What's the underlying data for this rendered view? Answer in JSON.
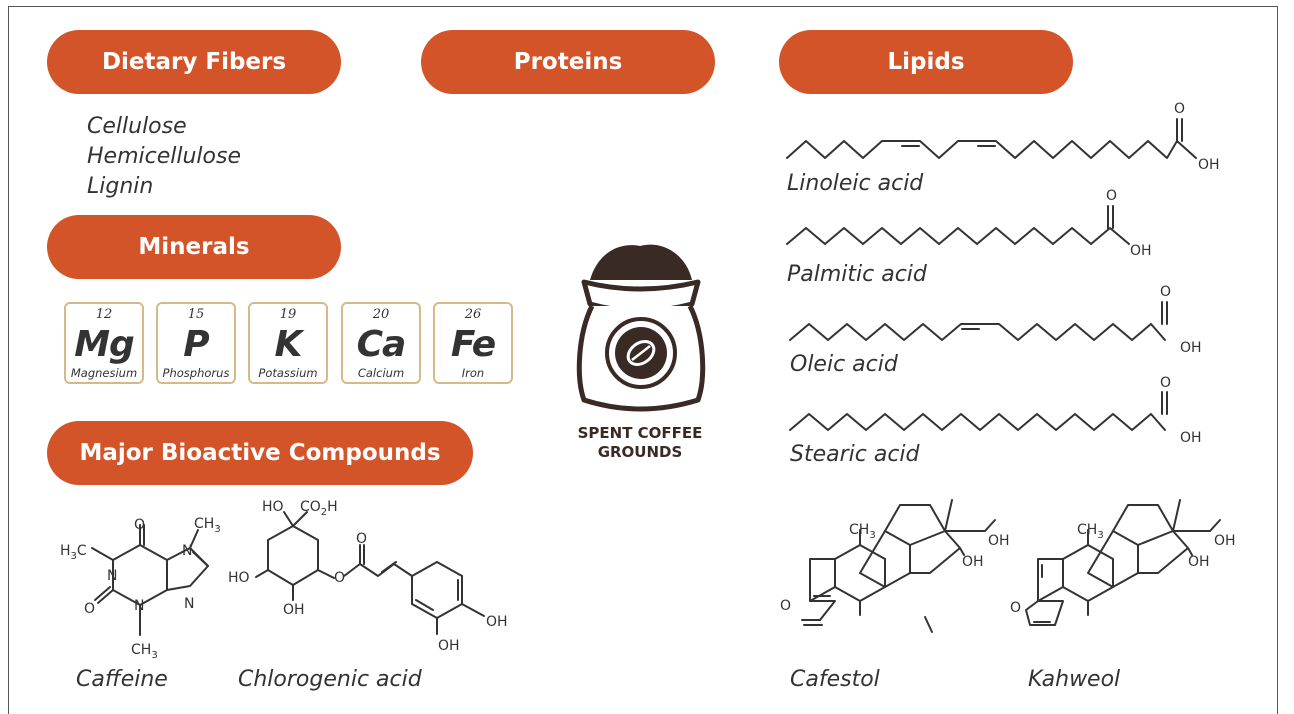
{
  "categories": {
    "dietary_fibers": "Dietary Fibers",
    "proteins": "Proteins",
    "lipids": "Lipids",
    "minerals": "Minerals",
    "bioactive": "Major Bioactive Compounds"
  },
  "fibers": [
    "Cellulose",
    "Hemicellulose",
    "Lignin"
  ],
  "minerals": [
    {
      "number": "12",
      "symbol": "Mg",
      "name": "Magnesium"
    },
    {
      "number": "15",
      "symbol": "P",
      "name": "Phosphorus"
    },
    {
      "number": "19",
      "symbol": "K",
      "name": "Potassium"
    },
    {
      "number": "20",
      "symbol": "Ca",
      "name": "Calcium"
    },
    {
      "number": "26",
      "symbol": "Fe",
      "name": "Iron"
    }
  ],
  "center": {
    "line1": "SPENT COFFEE",
    "line2": "GROUNDS"
  },
  "fatty_acids": [
    {
      "name": "Linoleic acid"
    },
    {
      "name": "Palmitic acid"
    },
    {
      "name": "Oleic acid"
    },
    {
      "name": "Stearic acid"
    }
  ],
  "bioactives": {
    "caffeine": "Caffeine",
    "chlorogenic": "Chlorogenic acid"
  },
  "diterpenes": {
    "cafestol": "Cafestol",
    "kahweol": "Kahweol"
  },
  "atoms": {
    "O": "O",
    "OH": "OH",
    "N": "N",
    "HO": "HO",
    "CH": "CH",
    "sub3": "3",
    "H3C_H": "H",
    "H3C_C": "C",
    "CO2H_CO": "CO",
    "CO2H_2": "2",
    "CO2H_H": "H"
  },
  "colors": {
    "accent": "#d4542a",
    "element_border": "#d6b98a",
    "bag": "#3a2a24"
  }
}
